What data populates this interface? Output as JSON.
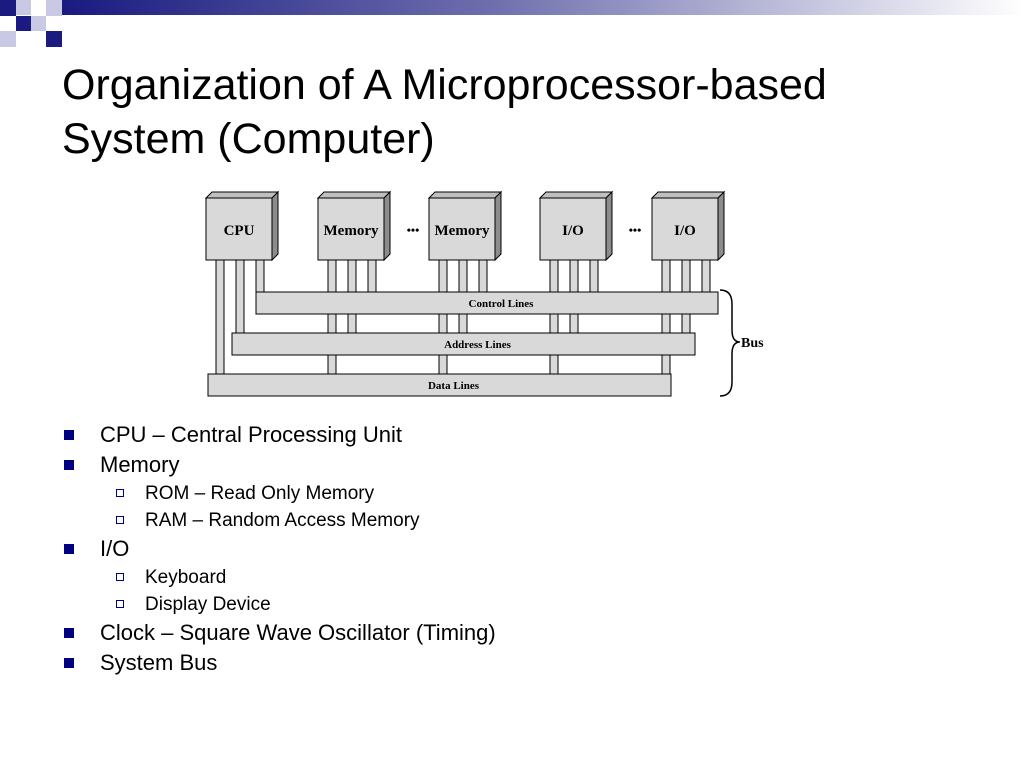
{
  "slide": {
    "title_line1": "Organization of A Microprocessor-based",
    "title_line2": "System (Computer)"
  },
  "diagram": {
    "modules": [
      "CPU",
      "Memory",
      "Memory",
      "I/O",
      "I/O"
    ],
    "ellipsis": [
      "•••",
      "•••"
    ],
    "lines": {
      "control": "Control Lines",
      "address": "Address Lines",
      "data": "Data Lines"
    },
    "bus_label": "Bus"
  },
  "bullets": [
    {
      "text": "CPU – Central Processing Unit",
      "children": []
    },
    {
      "text": "Memory",
      "children": [
        "ROM – Read Only Memory",
        "RAM – Random Access Memory"
      ]
    },
    {
      "text": "I/O",
      "children": [
        "Keyboard",
        "Display Device"
      ]
    },
    {
      "text": "Clock – Square Wave Oscillator (Timing)",
      "children": []
    },
    {
      "text": "System Bus",
      "children": []
    }
  ],
  "colors": {
    "bullet": "#000080",
    "band_dark": "#1a1a80",
    "module_fill": "#d9d9d9"
  }
}
